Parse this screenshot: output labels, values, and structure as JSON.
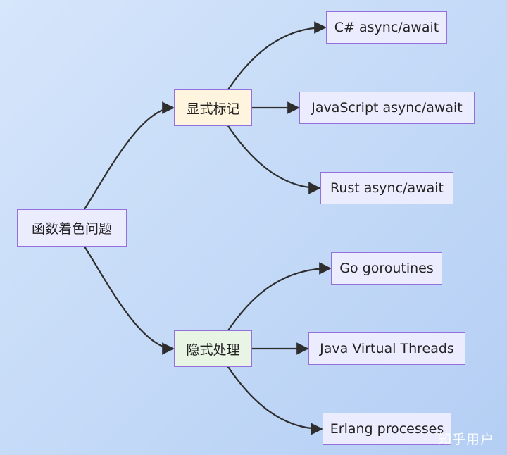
{
  "diagram": {
    "root": "函数着色问题",
    "branches": [
      {
        "label": "显式标记",
        "children": [
          "C# async/await",
          "JavaScript async/await",
          "Rust async/await"
        ]
      },
      {
        "label": "隐式处理",
        "children": [
          "Go goroutines",
          "Java Virtual Threads",
          "Erlang processes"
        ]
      }
    ]
  },
  "watermark": "知乎用户",
  "colors": {
    "node_border": "#9370db",
    "node_fill": "#ececff",
    "explicit_fill": "#fff4dd",
    "implicit_fill": "#e8f5e4",
    "edge": "#2e2e2e"
  }
}
